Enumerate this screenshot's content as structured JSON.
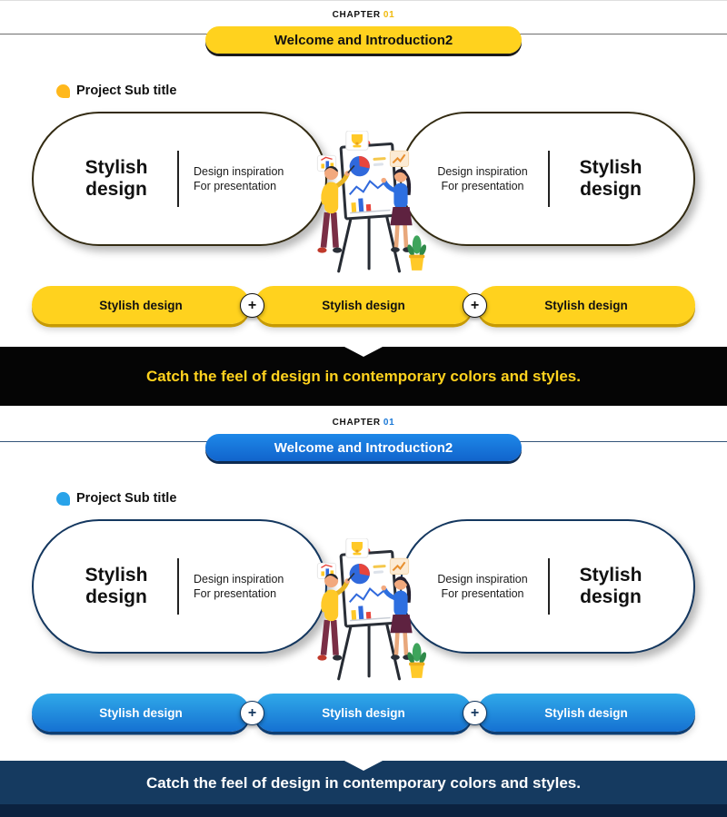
{
  "slides": [
    {
      "chapter_label": "CHAPTER",
      "chapter_number": "01",
      "title": "Welcome and Introduction2",
      "subtitle": "Project Sub title",
      "cards": {
        "left": {
          "heading": "Stylish design",
          "description": "Design inspiration For presentation"
        },
        "right": {
          "heading": "Stylish design",
          "description": "Design inspiration For presentation"
        }
      },
      "pills": [
        "Stylish design",
        "Stylish design",
        "Stylish design"
      ],
      "plus_sign": "+",
      "banner_text": "Catch the feel of design in contemporary colors and styles.",
      "colors": {
        "number": "#F0B90B",
        "title_bg_top": "#FFD21E",
        "title_bg_bottom": "#FFD21E",
        "title_text": "#111111",
        "title_shadow": "#1A1A1A",
        "icon": "#FFB81C",
        "line": "#6E6E6E",
        "capsule_border": "#332B12",
        "pill_bg_top": "#FFD21E",
        "pill_bg_bottom": "#FFD21E",
        "pill_text": "#111111",
        "pill_shadow": "#C79A02",
        "plus_color": "#111111",
        "banner_bg": "#050505",
        "banner_strip": "#050505",
        "banner_text_color": "#FFD21E"
      }
    },
    {
      "chapter_label": "CHAPTER",
      "chapter_number": "01",
      "title": "Welcome and Introduction2",
      "subtitle": "Project Sub title",
      "cards": {
        "left": {
          "heading": "Stylish design",
          "description": "Design inspiration For presentation"
        },
        "right": {
          "heading": "Stylish design",
          "description": "Design inspiration For presentation"
        }
      },
      "pills": [
        "Stylish design",
        "Stylish design",
        "Stylish design"
      ],
      "plus_sign": "+",
      "banner_text": "Catch the feel of design in contemporary colors and styles.",
      "colors": {
        "number": "#1877D6",
        "title_bg_top": "#1E88E8",
        "title_bg_bottom": "#1164CC",
        "title_text": "#FFFFFF",
        "title_shadow": "#0D2B52",
        "icon": "#29A3E9",
        "line": "#33547A",
        "capsule_border": "#14375F",
        "pill_bg_top": "#30A9E9",
        "pill_bg_bottom": "#1571D2",
        "pill_text": "#FFFFFF",
        "pill_shadow": "#0E3E73",
        "plus_color": "#14375F",
        "banner_bg": "#153A60",
        "banner_strip": "#0B2240",
        "banner_text_color": "#FFFFFF"
      }
    }
  ]
}
